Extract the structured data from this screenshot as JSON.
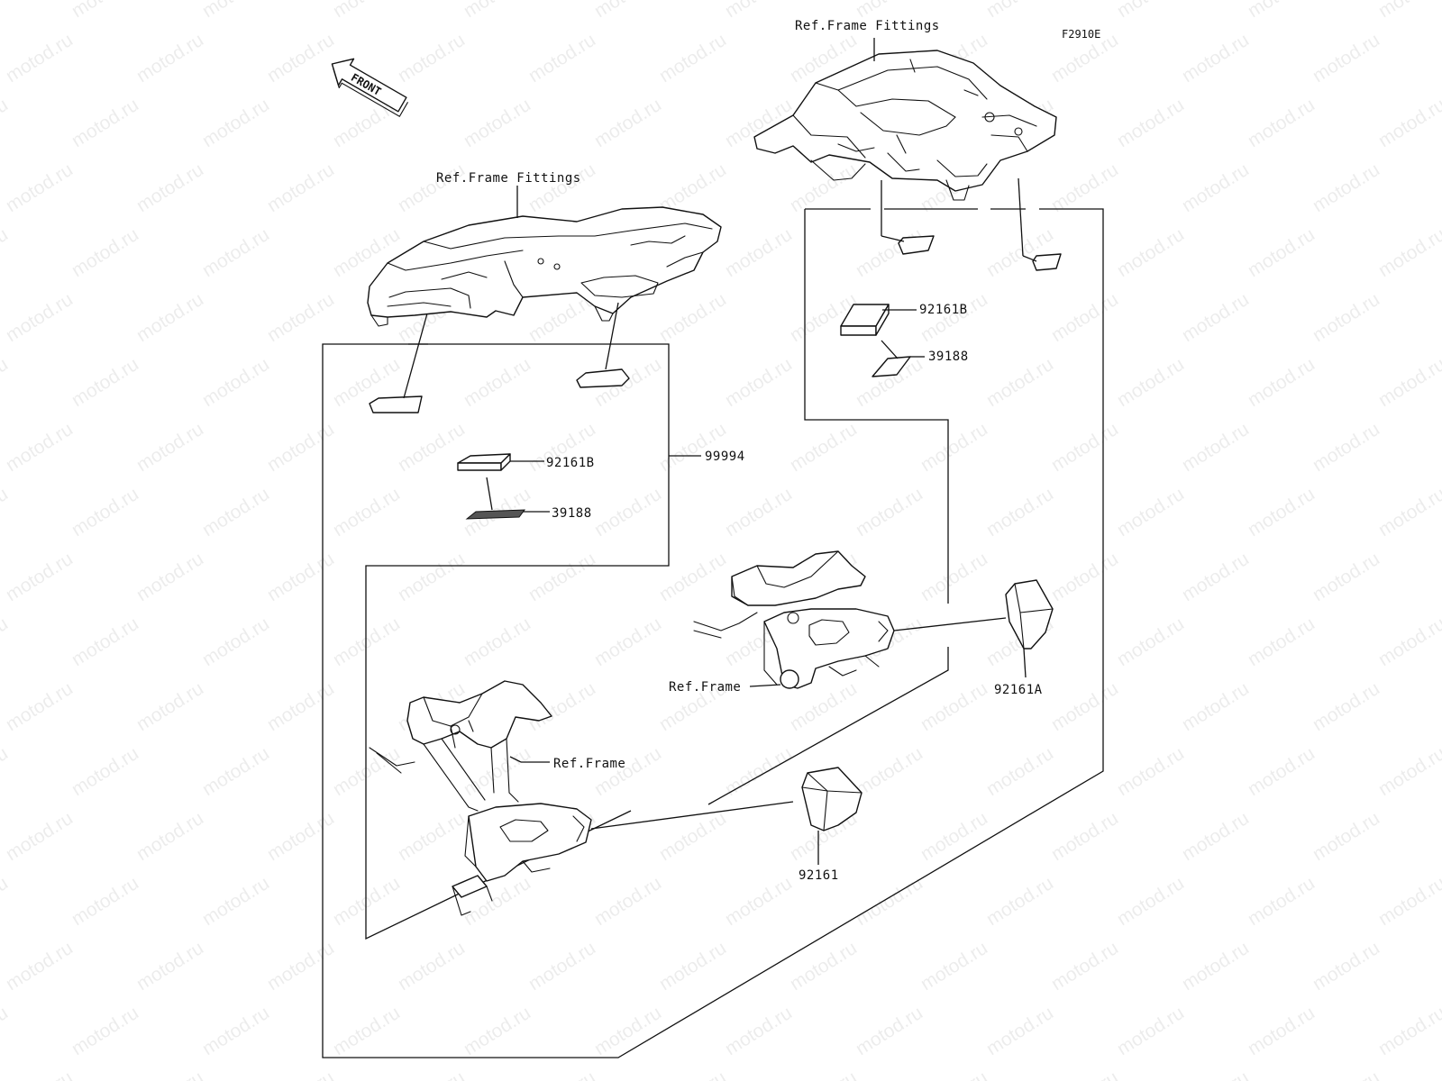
{
  "watermark": "motod.ru",
  "figure_id": "F2910E",
  "front_label": "FRONT",
  "labels": {
    "ref_frame_fittings_top": "Ref.Frame Fittings",
    "ref_frame_fittings_left": "Ref.Frame Fittings",
    "ref_frame_right": "Ref.Frame",
    "ref_frame_left": "Ref.Frame"
  },
  "part_numbers": {
    "kit_99994": "99994",
    "pad_92161b_left": "92161B",
    "sticker_39188_left": "39188",
    "pad_92161b_right": "92161B",
    "sticker_39188_right": "39188",
    "slider_92161a": "92161A",
    "slider_92161": "92161"
  }
}
